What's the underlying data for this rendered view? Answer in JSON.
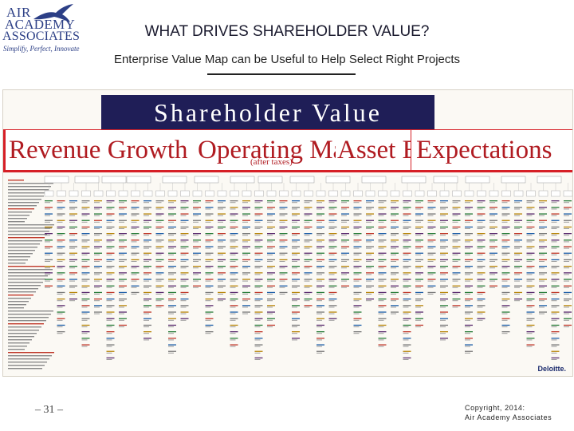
{
  "logo": {
    "line1": "AIR",
    "line2": "ACADEMY",
    "line3": "ASSOCIATES",
    "tagline": "Simplify, Perfect, Innovate"
  },
  "slide": {
    "title": "WHAT DRIVES SHAREHOLDER VALUE?",
    "subtitle": "Enterprise Value Map can be Useful to Help Select Right Projects"
  },
  "map": {
    "banner": "Shareholder Value",
    "revenue": "Revenue Growth",
    "operating": "Operating Marg",
    "operating_note": "(after taxes)",
    "asset": "Asset E",
    "expectations": "Expectations",
    "brand": "Deloitte."
  },
  "footer": {
    "page": "– 31 –",
    "copyright_line1": "Copyright, 2014:",
    "copyright_line2": "Air Academy Associates"
  }
}
